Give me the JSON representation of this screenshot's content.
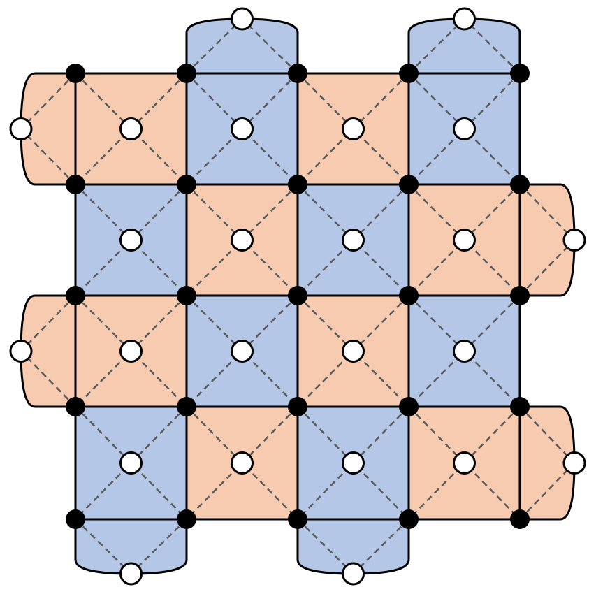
{
  "lattice": {
    "rows": 4,
    "cols": 4,
    "plaquette_colors": [
      "salmon",
      "blue",
      "salmon",
      "blue",
      "blue",
      "salmon",
      "blue",
      "salmon",
      "salmon",
      "blue",
      "salmon",
      "blue",
      "blue",
      "salmon",
      "blue",
      "salmon"
    ],
    "boundary_patches": [
      {
        "side": "top",
        "index": 1,
        "color": "blue"
      },
      {
        "side": "top",
        "index": 3,
        "color": "blue"
      },
      {
        "side": "bottom",
        "index": 0,
        "color": "blue"
      },
      {
        "side": "bottom",
        "index": 2,
        "color": "blue"
      },
      {
        "side": "left",
        "index": 0,
        "color": "salmon"
      },
      {
        "side": "left",
        "index": 2,
        "color": "salmon"
      },
      {
        "side": "right",
        "index": 1,
        "color": "salmon"
      },
      {
        "side": "right",
        "index": 3,
        "color": "salmon"
      }
    ]
  },
  "colors": {
    "salmon": "#f7cbb0",
    "blue": "#b4c7e7",
    "edge": "#000000",
    "dashed": "#5a5a5a",
    "data_qubit": "#000000",
    "ancilla_qubit_fill": "#ffffff"
  },
  "legend_icons": {
    "data_qubit": "filled-circle",
    "ancilla_qubit": "open-circle"
  }
}
